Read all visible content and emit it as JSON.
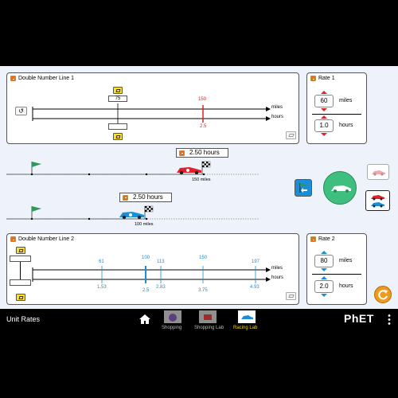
{
  "double_number_line_1": {
    "title": "Double Number Line 1",
    "top_unit": "miles",
    "bottom_unit": "hours",
    "marker_top_value": "75",
    "marker_bottom_value": "",
    "marker_red_top": "150",
    "marker_red_bottom": "2.5"
  },
  "rate_1": {
    "title": "Rate 1",
    "top_value": "60",
    "top_unit": "miles",
    "bottom_value": "1.0",
    "bottom_unit": "hours"
  },
  "race_track_1": {
    "timer_label": "2.50 hours",
    "distance_label": "150 miles",
    "car_color": "#e0202a"
  },
  "race_track_2": {
    "timer_label": "2.50 hours",
    "distance_label": "100 miles",
    "car_color": "#1a8fd6"
  },
  "double_number_line_2": {
    "title": "Double Number Line 2",
    "top_unit": "miles",
    "bottom_unit": "hours",
    "ticks": [
      {
        "top": "61",
        "bottom": "1.53"
      },
      {
        "top": "100",
        "bottom": "2.5"
      },
      {
        "top": "113",
        "bottom": "2.83"
      },
      {
        "top": "150",
        "bottom": "3.75"
      },
      {
        "top": "197",
        "bottom": "4.93"
      }
    ]
  },
  "rate_2": {
    "title": "Rate 2",
    "top_value": "80",
    "top_unit": "miles",
    "bottom_value": "2.0",
    "bottom_unit": "hours"
  },
  "navbar": {
    "app_title": "Unit Rates",
    "tabs": [
      {
        "label": "Shopping"
      },
      {
        "label": "Shopping Lab"
      },
      {
        "label": "Racing Lab"
      }
    ],
    "logo": "PhET"
  },
  "colors": {
    "accent_orange": "#e86f19",
    "red": "#e0202a",
    "blue": "#1a8fd6",
    "sim_background": "#eef3fb",
    "active_tab": "#ffd800"
  }
}
